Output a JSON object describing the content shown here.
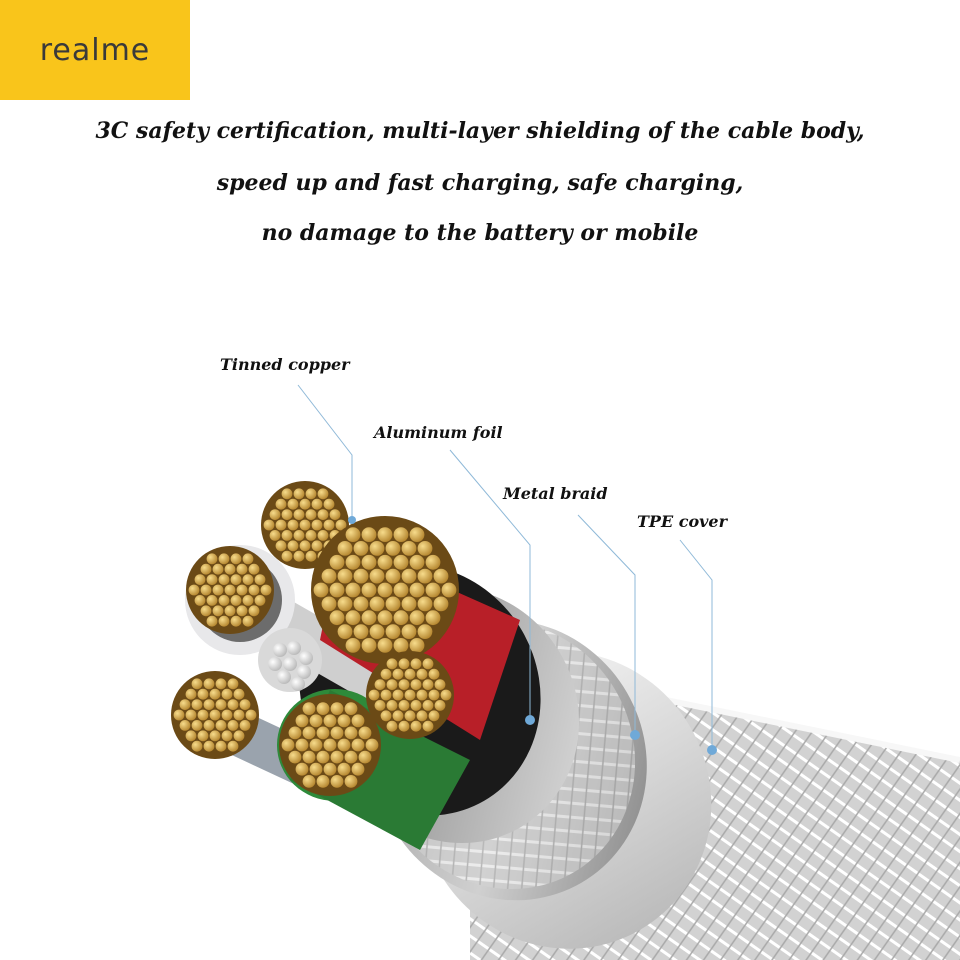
{
  "brand": {
    "logo_text": "realme",
    "logo_color": "#f9c51b"
  },
  "headline": [
    "3C safety certification, multi-layer shielding of the cable body,",
    "speed up and fast charging, safe charging,",
    "no damage to the battery or mobile"
  ],
  "labels": {
    "tinned_copper": "Tinned copper",
    "aluminum_foil": "Aluminum foil",
    "metal_braid": "Metal braid",
    "tpe_cover": "TPE cover"
  },
  "colors": {
    "copper": "#d4a64a",
    "red_core": "#c8242c",
    "green_core": "#2e8a3a",
    "white_core": "#e8e8ea",
    "leader_line": "#8fb9d8"
  }
}
